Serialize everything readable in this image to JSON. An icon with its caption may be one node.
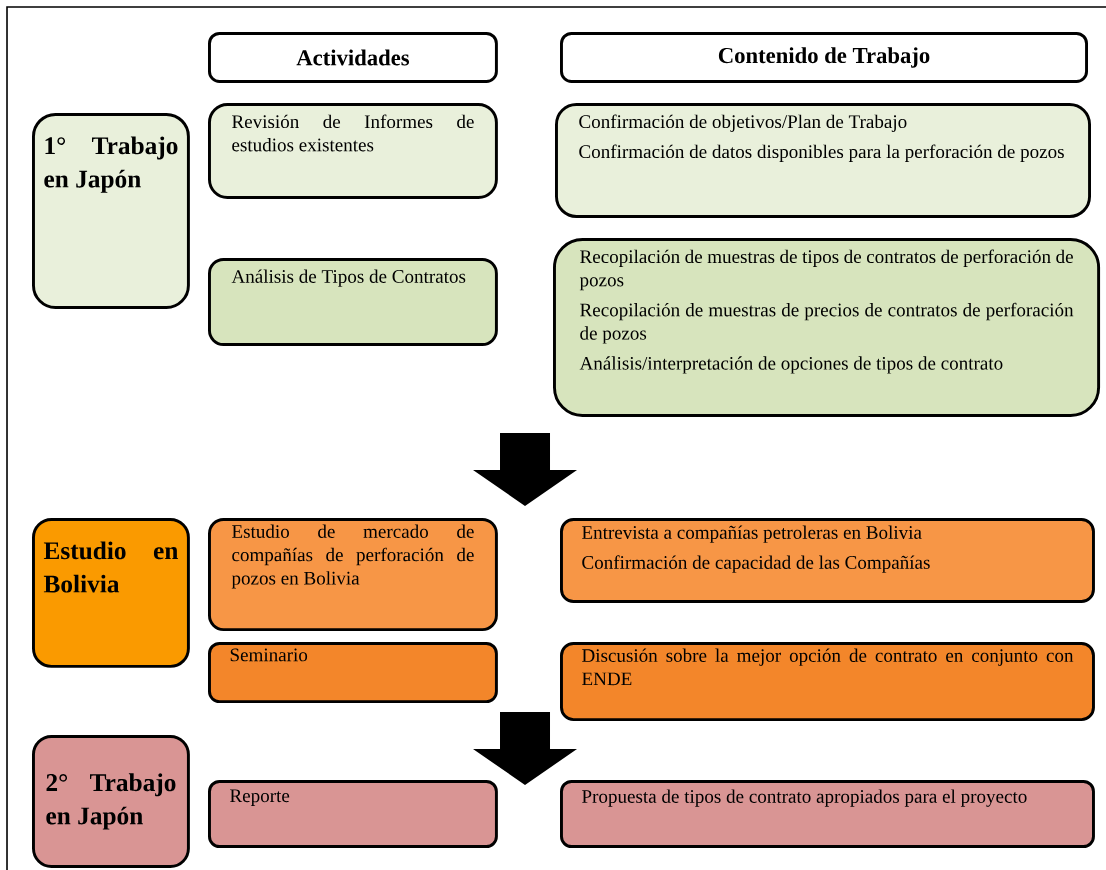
{
  "diagram": {
    "nodes": [
      {
        "text": [
          "Actividades"
        ]
      },
      {
        "text": [
          "Contenido de Trabajo"
        ]
      },
      {
        "text": [
          "1° Trabajo en Japón"
        ]
      },
      {
        "text": [
          "Revisión de Informes de estudios existentes"
        ]
      },
      {
        "text": [
          "Confirmación de objetivos/Plan de Trabajo",
          "Confirmación de datos disponibles para la perforación de pozos"
        ]
      },
      {
        "text": [
          "Análisis de Tipos de Contratos"
        ]
      },
      {
        "text": [
          "Recopilación de muestras de tipos de contratos de perforación de pozos",
          "Recopilación de muestras de precios de contratos de perforación de pozos",
          "Análisis/interpretación de opciones de tipos de contrato"
        ]
      },
      {
        "text": [
          "Estudio en Bolivia"
        ]
      },
      {
        "text": [
          "Estudio de mercado de compañías de perforación de pozos en Bolivia"
        ]
      },
      {
        "text": [
          "Entrevista a compañías petroleras en Bolivia",
          "Confirmación de capacidad de las Compañías"
        ]
      },
      {
        "text": [
          "Seminario"
        ]
      },
      {
        "text": [
          "Discusión sobre la mejor opción de contrato en conjunto con ENDE"
        ]
      },
      {
        "text": [
          "2° Trabajo en Japón"
        ]
      },
      {
        "text": [
          "Reporte"
        ]
      },
      {
        "text": [
          "Propuesta de tipos de contrato apropiados para el proyecto"
        ]
      }
    ],
    "edges": [
      {
        "from": 6,
        "to": 8,
        "arrow": "to",
        "style": "thick"
      },
      {
        "from": 10,
        "to": 13,
        "arrow": "to",
        "style": "thick"
      }
    ]
  }
}
